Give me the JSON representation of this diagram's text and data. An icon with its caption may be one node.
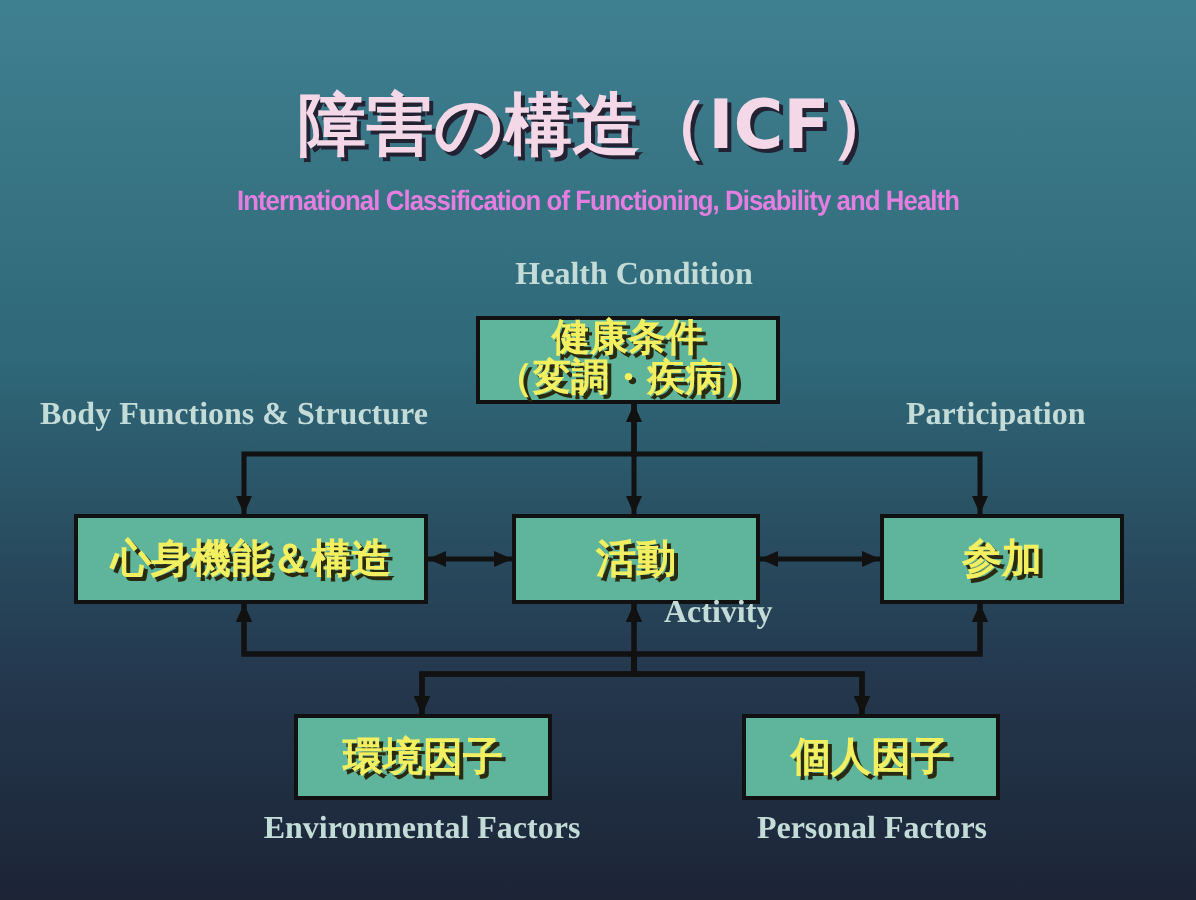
{
  "diagram": {
    "title": "障害の構造（ICF）",
    "nodes": [
      {
        "text": [
          "健康条件",
          "（変調・疾病）"
        ],
        "beside": [
          "Health Condition"
        ]
      },
      {
        "text": [
          "心身機能＆構造"
        ]
      },
      {
        "text": [
          "活動"
        ],
        "beside": [
          "Activity"
        ]
      },
      {
        "text": [
          "参加"
        ],
        "beside": [
          "Participation"
        ]
      },
      {
        "text": [
          "環境因子"
        ],
        "beside": [
          "Environmental Factors"
        ]
      },
      {
        "text": [
          "個人因子"
        ],
        "beside": [
          "Personal Factors"
        ]
      }
    ],
    "edges": [
      {
        "from": 0,
        "to": 2,
        "arrow": "both"
      },
      {
        "from": 0,
        "to": 1,
        "arrow": "to"
      },
      {
        "from": 0,
        "to": 3,
        "arrow": "to"
      },
      {
        "from": 1,
        "to": 2,
        "arrow": "both"
      },
      {
        "from": 2,
        "to": 3,
        "arrow": "both"
      },
      {
        "from": 4,
        "to": 1,
        "arrow": "both"
      },
      {
        "from": 4,
        "to": 2,
        "arrow": "both"
      },
      {
        "from": 4,
        "to": 3,
        "arrow": "both"
      },
      {
        "from": 5,
        "to": 1,
        "arrow": "both"
      },
      {
        "from": 5,
        "to": 2,
        "arrow": "both"
      },
      {
        "from": 5,
        "to": 3,
        "arrow": "both"
      }
    ],
    "labels": [
      "International Classification of Functioning, Disability and Health",
      "Body Functions & Structure"
    ]
  }
}
